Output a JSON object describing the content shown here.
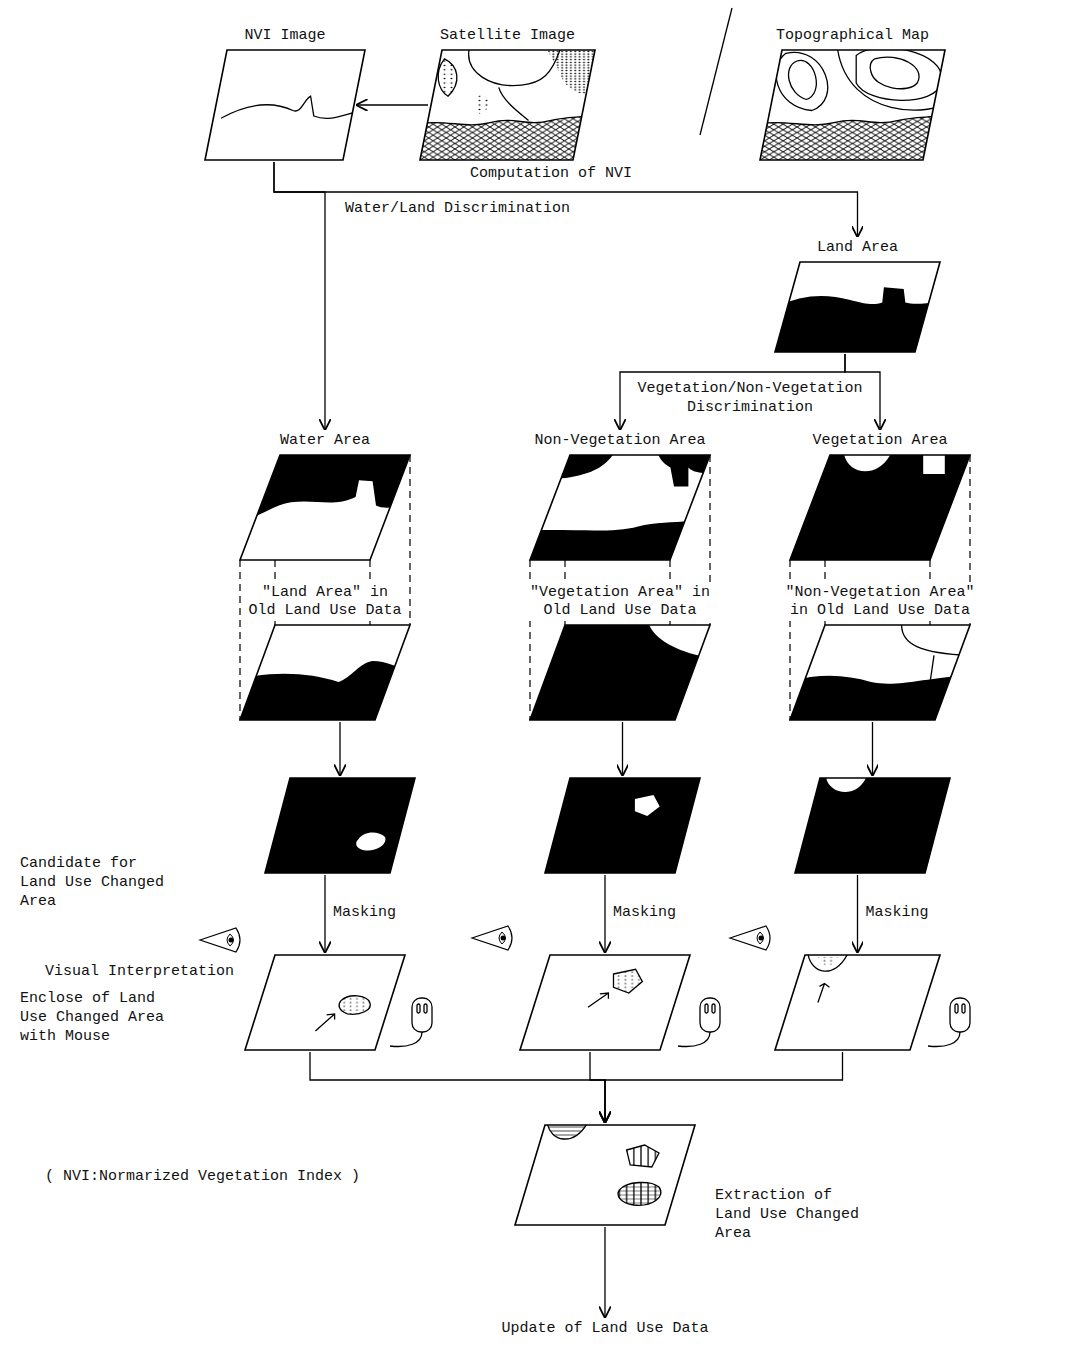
{
  "diagram": {
    "nodes": [
      {
        "text": [
          "NVI Image"
        ]
      },
      {
        "text": [
          "Satellite Image"
        ]
      },
      {
        "text": [
          "Topographical Map"
        ]
      },
      {
        "text": [
          "Land Area"
        ]
      },
      {
        "text": [
          "Water Area"
        ]
      },
      {
        "text": [
          "Non-Vegetation Area"
        ]
      },
      {
        "text": [
          "Vegetation Area"
        ]
      },
      {
        "text": [
          "\"Land Area\" in Old Land Use Data"
        ]
      },
      {
        "text": [
          "\"Vegetation Area\" in Old Land Use Data"
        ]
      },
      {
        "text": [
          "\"Non-Vegetation Area\" in Old Land Use Data"
        ]
      },
      {
        "text": [
          "Candidate for Land Use Changed Area"
        ]
      },
      {
        "text": []
      },
      {
        "text": []
      },
      {
        "text": [
          "Visual Interpretation",
          "Enclose of Land Use Changed Area with Mouse"
        ]
      },
      {
        "text": []
      },
      {
        "text": []
      },
      {
        "text": [
          "Extraction of Land Use Changed Area"
        ]
      },
      {
        "text": [
          "Update of Land Use Data"
        ]
      }
    ],
    "edges": [
      {
        "from": 1,
        "to": 0,
        "arrow": "to"
      },
      {
        "from": 0,
        "to": 4,
        "arrow": "to"
      },
      {
        "from": 0,
        "to": 3,
        "arrow": "to"
      },
      {
        "from": 3,
        "to": 5,
        "arrow": "to"
      },
      {
        "from": 3,
        "to": 6,
        "arrow": "to"
      },
      {
        "from": 7,
        "to": 10,
        "arrow": "to"
      },
      {
        "from": 8,
        "to": 11,
        "arrow": "to"
      },
      {
        "from": 9,
        "to": 12,
        "arrow": "to"
      },
      {
        "from": 10,
        "to": 13,
        "label": "Masking",
        "arrow": "to"
      },
      {
        "from": 11,
        "to": 14,
        "label": "Masking",
        "arrow": "to"
      },
      {
        "from": 12,
        "to": 15,
        "label": "Masking",
        "arrow": "to"
      },
      {
        "from": 13,
        "to": 16,
        "arrow": "to"
      },
      {
        "from": 14,
        "to": 16,
        "arrow": "to"
      },
      {
        "from": 15,
        "to": 16,
        "arrow": "to"
      },
      {
        "from": 16,
        "to": 17,
        "arrow": "to"
      }
    ],
    "labels": [
      "Computation of NVI",
      "Water/Land Discrimination",
      "Vegetation/Non-Vegetation Discrimination",
      "( NVI:Normarized Vegetation Index )"
    ]
  }
}
